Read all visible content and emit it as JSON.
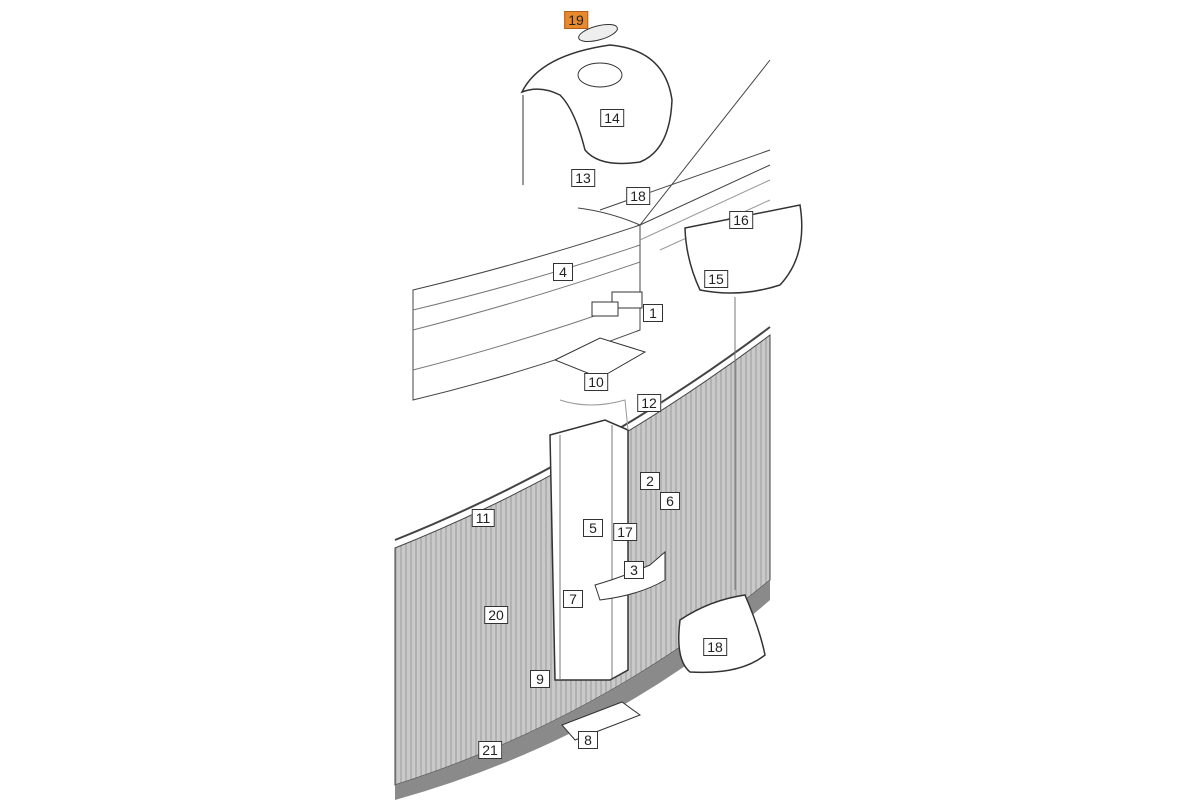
{
  "diagram": {
    "highlight_color": "#e8892b",
    "parts": [
      {
        "id": "19",
        "highlighted": true
      },
      {
        "id": "14"
      },
      {
        "id": "13"
      },
      {
        "id": "18"
      },
      {
        "id": "16"
      },
      {
        "id": "15"
      },
      {
        "id": "4"
      },
      {
        "id": "1"
      },
      {
        "id": "10"
      },
      {
        "id": "12"
      },
      {
        "id": "2"
      },
      {
        "id": "6"
      },
      {
        "id": "11"
      },
      {
        "id": "5"
      },
      {
        "id": "17"
      },
      {
        "id": "3"
      },
      {
        "id": "7"
      },
      {
        "id": "20"
      },
      {
        "id": "18"
      },
      {
        "id": "9"
      },
      {
        "id": "21"
      },
      {
        "id": "8"
      }
    ]
  }
}
